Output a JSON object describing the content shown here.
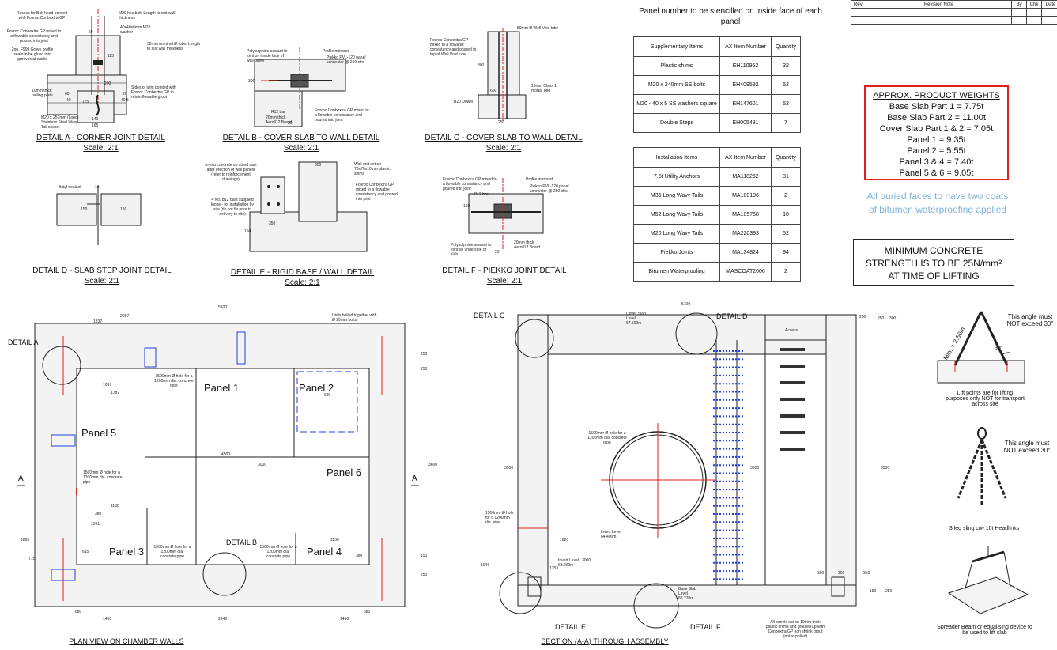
{
  "revision_table": {
    "headers": [
      "Rev.",
      "Revision Note",
      "By",
      "Chk",
      "Date"
    ]
  },
  "stencil_note": "Panel number to be stencilled on inside face of each panel",
  "supplementary": {
    "headers": [
      "Supplementary Items",
      "AX Item Number",
      "Quantity"
    ],
    "rows": [
      [
        "Plastic shims",
        "EH110962",
        "32"
      ],
      [
        "M20 x 240mm SS bolts",
        "EH409592",
        "52"
      ],
      [
        "M20 - 40 x 5 SS washers square",
        "EH147601",
        "52"
      ],
      [
        "Double Steps",
        "EH005481",
        "7"
      ]
    ]
  },
  "installation": {
    "headers": [
      "Installation Items",
      "AX Item Number",
      "Quantity"
    ],
    "rows": [
      [
        "7.5t Utility Anchors",
        "MA118262",
        "31"
      ],
      [
        "M36 Long Wavy Tails",
        "MA100196",
        "2"
      ],
      [
        "M52 Long Wavy Tails",
        "MA105758",
        "10"
      ],
      [
        "M20 Long Wavy Tails",
        "MA220393",
        "52"
      ],
      [
        "Piekko Joints",
        "MA134824",
        "94"
      ],
      [
        "Bitumen Waterproofing",
        "MASCOAT2006",
        "2"
      ]
    ]
  },
  "weights": {
    "title": "APPROX. PRODUCT WEIGHTS",
    "lines": [
      "Base Slab Part 1 = 7.75t",
      "Base Slab Part 2 = 11.00t",
      "Cover Slab Part 1 & 2 = 7.05t",
      "Panel 1 = 9.35t",
      "Panel 2 = 5.55t",
      "Panel 3 & 4 = 7.40t",
      "Panel 5 & 6 = 9.05t"
    ],
    "border_color": "#e02020"
  },
  "bitumen_note": "All buried faces to have two coats of bitumen waterproofing applied",
  "bitumen_color": "#7fb3d9",
  "strength_note": {
    "line1": "MINIMUM CONCRETE",
    "line2": "STRENGTH IS TO BE 25N/mm²",
    "line3": "AT TIME OF LIFTING"
  },
  "details": {
    "a": {
      "title": "DETAIL A - CORNER JOINT DETAIL",
      "scale": "Scale: 2:1",
      "notes": [
        "Recess for Bolt head pointed with Fosroc Conbextra GP",
        "M20 hex bolt. Length to suit wall thickness",
        "40x40x6mm M20 washer",
        "Fosroc Conbextra GP mixed to a flowable consistancy and poured into joint",
        "32mm nominal Ø tube. Length to suit wall thickness",
        "2no. F999 Grove profile seals to be glued into grooves at works",
        "10mm thick nailing plate",
        "Sides of joint pointed with Fosroc Conbextra GP to retain flowable grout",
        "M20 x 257mm (Long) Stainless Steel Wavy Tail socket"
      ],
      "dims": [
        "60",
        "115",
        "60",
        "40",
        "40.5",
        "20",
        "200",
        "140",
        "165",
        "125"
      ]
    },
    "b": {
      "title": "DETAIL B - COVER SLAB TO WALL DETAIL",
      "scale": "Scale: 2:1",
      "notes": [
        "Polysulphide sealant to joint on inside face of wall panel",
        "Profile mirrored",
        "Piekko PVL-120 panel connector @ 250 ctrs",
        "R12 bar",
        "20mm thick Aeroll12 Board",
        "Fosroc Conbextra GP mixed to a flowable consistancy and poured into joint"
      ],
      "dims": [
        "300",
        "20"
      ]
    },
    "c": {
      "title": "DETAIL C - COVER SLAB TO WALL DETAIL",
      "scale": "Scale: 2:1",
      "notes": [
        "Fosroc Conbextra GP mixed to a flowable consistancy and poured to top of Well Void tube",
        "50mm Ø Well Void tube",
        "10mm Class 1 mortar bed",
        "B20 Dowel"
      ],
      "dims": [
        "300",
        "600",
        "250"
      ]
    },
    "d": {
      "title": "DETAIL D - SLAB STEP JOINT DETAIL",
      "scale": "Scale: 2:1",
      "notes": [
        "Butyl sealant"
      ],
      "dims": [
        "10",
        "150",
        "150"
      ]
    },
    "e": {
      "title": "DETAIL E - RIGID BASE / WALL DETAIL",
      "scale": "Scale: 2:1",
      "notes": [
        "In-situ concrete up stand cast after erection of wall panels (refer to reinforcement drawings)",
        "Wall unit set on 70x70x10mm plastic shims",
        "Fosroc Conbextra GP mixed to a flowable consistancy and poured into joint",
        "4 No. B12 bars supplied loose - for installation by site (do not fix prior to delivery to site)"
      ],
      "dims": [
        "300",
        "350",
        "150"
      ]
    },
    "f": {
      "title": "DETAIL F - PIEKKO JOINT DETAIL",
      "scale": "Scale: 2:1",
      "notes": [
        "Fosroc Conbextra GP mixed to a flowable consistancy and poured into joint",
        "Profile mirrored",
        "Piekko PVL-120 panel connector @ 250 ctrs",
        "B12 bar",
        "Polysulphide sealant to joint on underside of slab",
        "20mm thick Aeroll12 Board"
      ],
      "dims": [
        "150",
        "20"
      ]
    }
  },
  "plan": {
    "title": "PLAN VIEW ON CHAMBER WALLS",
    "detail_a": "DETAIL A",
    "detail_b": "DETAIL B",
    "panels": [
      "Panel 1",
      "Panel 2",
      "Panel 3",
      "Panel 4",
      "Panel 5",
      "Panel 6"
    ],
    "notes": [
      "Units bolted together with Ø 20mm bolts",
      "1500mm Ø hole for a 1200mm dia. concrete pipe",
      "1500mm Ø hole for a 1200mm dia. concrete pipe",
      "1500mm Ø hole for a 1200mm dia. concrete pipe",
      "1500mm Ø hole for a 1200mm dia. concrete pipe"
    ],
    "dims": [
      "5100",
      "2087",
      "1337",
      "1037",
      "1787",
      "680",
      "4500",
      "3000",
      "1130",
      "380",
      "1391",
      "615",
      "1130",
      "380",
      "680",
      "1450",
      "2240",
      "1450",
      "680",
      "250",
      "3600",
      "1865",
      "715",
      "250",
      "150",
      "250"
    ],
    "section_mark": "A"
  },
  "section": {
    "title": "SECTION (A-A) THROUGH ASSEMBLY",
    "detail_c": "DETAIL C",
    "detail_d": "DETAIL D",
    "detail_e": "DETAIL E",
    "detail_f": "DETAIL F",
    "access": "Access",
    "notes": [
      "1500mm Ø hole for a 1200mm dia. concrete pipe",
      "1500mm Ø hole for a 1200mm dia. pipe",
      "All panels sat on 10mm thick plastic shims and grouted up with Conbextra GP non shrink grout (not supplied)"
    ],
    "levels": [
      "Cover Slab Level 67.500m",
      "Invert Level 64.400m",
      "Invert Level 63.200m",
      "Base Slab Level 63.270m"
    ],
    "dims": [
      "5100",
      "3500",
      "3500",
      "3300",
      "1820",
      "3000",
      "1046",
      "1253",
      "300",
      "300",
      "250",
      "350",
      "250",
      "300",
      "150",
      "250"
    ],
    "rebar_color": "#1f3fd6"
  },
  "lifting": {
    "angle_note1": "This angle must NOT exceed 30°",
    "min_len": "Min. = 2.50m",
    "angle_30": "30°",
    "lift_note": "Lift points are for lifting purposes only NOT for transport across site",
    "angle_note2": "This angle must NOT exceed 30°",
    "sling_note": "3 leg sling c/w 10t Headlinks",
    "beam_note": "Spreader Beam or equalising device to be used to lift slab"
  }
}
